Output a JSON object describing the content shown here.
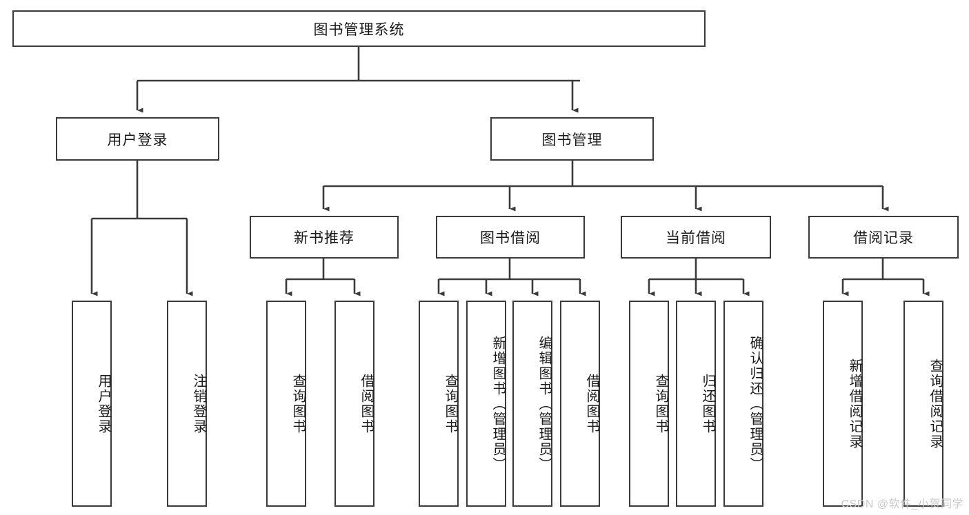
{
  "diagram": {
    "type": "tree-hierarchy-chart",
    "title": "图书管理系统",
    "orientation": "top-down",
    "box_fill": "#ffffff",
    "box_stroke": "#3a3a3a",
    "connector_color": "#3a3a3a"
  },
  "root": {
    "label": "图书管理系统"
  },
  "level1": [
    {
      "label": "用户登录"
    },
    {
      "label": "图书管理"
    }
  ],
  "level2": [
    {
      "label": "新书推荐"
    },
    {
      "label": "图书借阅"
    },
    {
      "label": "当前借阅"
    },
    {
      "label": "借阅记录"
    }
  ],
  "leaves": {
    "user_login": [
      {
        "label": "用户登录"
      },
      {
        "label": "注销登录"
      }
    ],
    "new_book_recommend": [
      {
        "label": "查询图书"
      },
      {
        "label": "借阅图书"
      }
    ],
    "book_borrow": [
      {
        "label": "查询图书"
      },
      {
        "label": "新增图书（管理员）"
      },
      {
        "label": "编辑图书（管理员）"
      },
      {
        "label": "借阅图书"
      }
    ],
    "current_borrow": [
      {
        "label": "查询图书"
      },
      {
        "label": "归还图书"
      },
      {
        "label": "确认归还（管理员）"
      }
    ],
    "borrow_records": [
      {
        "label": "新增借阅记录"
      },
      {
        "label": "查询借阅记录"
      }
    ]
  },
  "watermark": {
    "text": "CSDN @软件_小贺同学"
  }
}
